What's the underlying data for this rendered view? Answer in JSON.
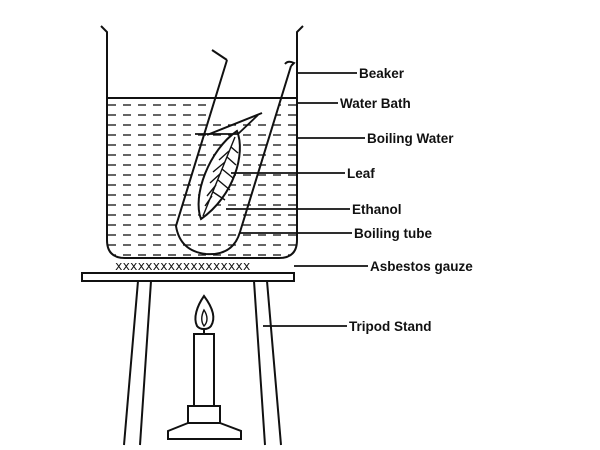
{
  "labels": {
    "beaker": "Beaker",
    "water_bath": "Water Bath",
    "boiling_water": "Boiling Water",
    "leaf": "Leaf",
    "ethanol": "Ethanol",
    "boiling_tube": "Boiling tube",
    "asbestos_gauze": "Asbestos gauze",
    "tripod_stand": "Tripod Stand"
  },
  "gauze_marks": "xxxxxxxxxxxxxxxxxx",
  "colors": {
    "ink": "#111111",
    "background": "#ffffff"
  }
}
